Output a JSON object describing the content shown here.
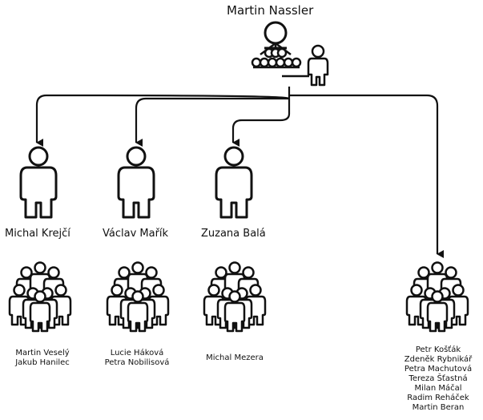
{
  "root": {
    "name": "Martin Nassler"
  },
  "managers": [
    {
      "name": "Michal Krejčí",
      "team": [
        "Martin Veselý",
        "Jakub Hanilec"
      ]
    },
    {
      "name": "Václav Mařík",
      "team": [
        "Lucie Háková",
        "Petra Nobilisová"
      ]
    },
    {
      "name": "Zuzana Balá",
      "team": [
        "Michal Mezera"
      ]
    }
  ],
  "direct_team": [
    "Petr Košťák",
    "Zdeněk Rybnikář",
    "Petra Machutová",
    "Tereza Šťastná",
    "Milan Máčal",
    "Radim Reháček",
    "Martin Beran"
  ]
}
